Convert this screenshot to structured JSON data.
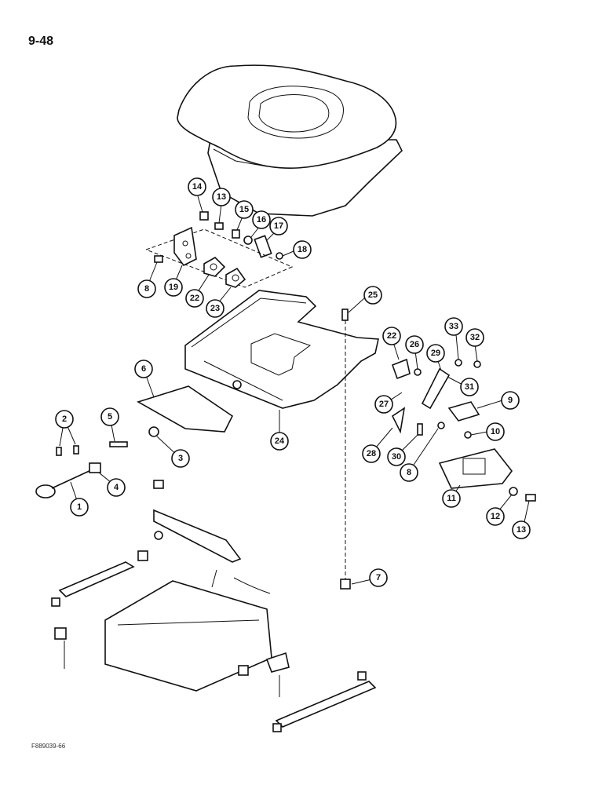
{
  "page_number": "9-48",
  "figure_id": "F889039-66",
  "callouts": [
    "14",
    "13",
    "15",
    "16",
    "17",
    "18",
    "8",
    "19",
    "22",
    "23",
    "25",
    "22",
    "26",
    "33",
    "32",
    "29",
    "31",
    "27",
    "9",
    "28",
    "30",
    "8",
    "10",
    "11",
    "12",
    "13",
    "6",
    "24",
    "2",
    "5",
    "3",
    "4",
    "1",
    "7"
  ]
}
